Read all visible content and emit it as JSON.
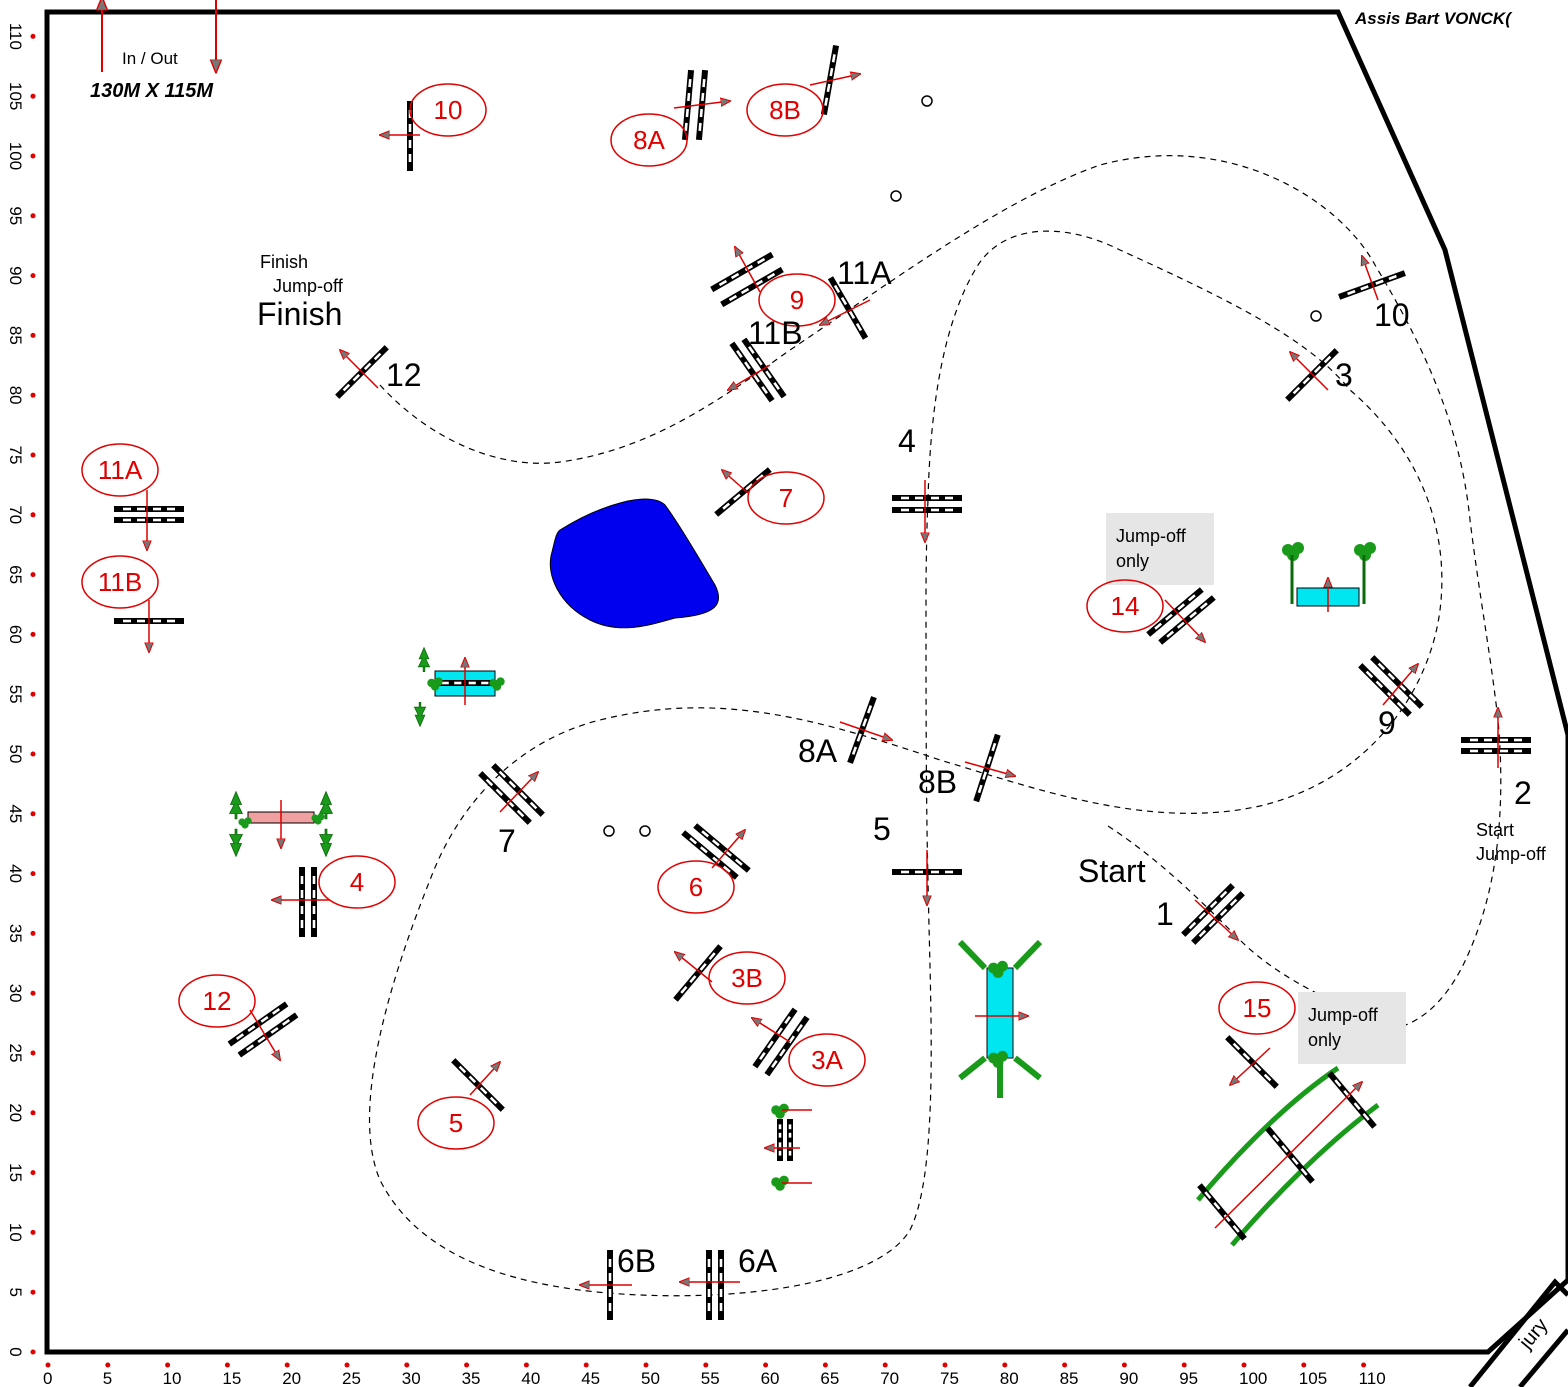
{
  "header": {
    "assistant": "Assis  Bart VONCK(",
    "in_out": "In / Out",
    "dimensions": "130M X 115M"
  },
  "axes": {
    "x_ticks": [
      "0",
      "5",
      "10",
      "15",
      "20",
      "25",
      "30",
      "35",
      "40",
      "45",
      "50",
      "55",
      "60",
      "65",
      "70",
      "75",
      "80",
      "85",
      "90",
      "95",
      "100",
      "105",
      "110"
    ],
    "y_ticks": [
      "0",
      "5",
      "10",
      "15",
      "20",
      "25",
      "30",
      "35",
      "40",
      "45",
      "50",
      "55",
      "60",
      "65",
      "70",
      "75",
      "80",
      "85",
      "90",
      "95",
      "100",
      "105",
      "110"
    ]
  },
  "labels": {
    "finish_jumpoff_1": "Finish",
    "finish_jumpoff_2": "Jump-off",
    "finish": "Finish",
    "start": "Start",
    "start_jumpoff_1": "Start",
    "start_jumpoff_2": "Jump-off",
    "jumpoff_only_1a": "Jump-off",
    "jumpoff_only_1b": "only",
    "jumpoff_only_2a": "Jump-off",
    "jumpoff_only_2b": "only",
    "jury": "jury"
  },
  "main_course": {
    "n10": "10",
    "n8a": "8A",
    "n8b": "8B",
    "n9": "9",
    "n11a": "11A",
    "n11b": "11B",
    "n7": "7",
    "n14": "14",
    "n6": "6",
    "n4": "4",
    "n3b": "3B",
    "n12": "12",
    "n3a": "3A",
    "n5": "5",
    "n15": "15"
  },
  "jumpoff_course": {
    "n11a": "11A",
    "n11b": "11B",
    "n12": "12",
    "n4": "4",
    "n10": "10",
    "n3": "3",
    "n9": "9",
    "n2": "2",
    "n8a": "8A",
    "n8b": "8B",
    "n7": "7",
    "n5": "5",
    "n1": "1",
    "n6b": "6B",
    "n6a": "6A"
  },
  "colors": {
    "number_red": "#e00000",
    "pond": "#0000ee",
    "water": "#00e6f0",
    "hedge": "#1a9a1a",
    "wall": "#f0a0a0"
  }
}
